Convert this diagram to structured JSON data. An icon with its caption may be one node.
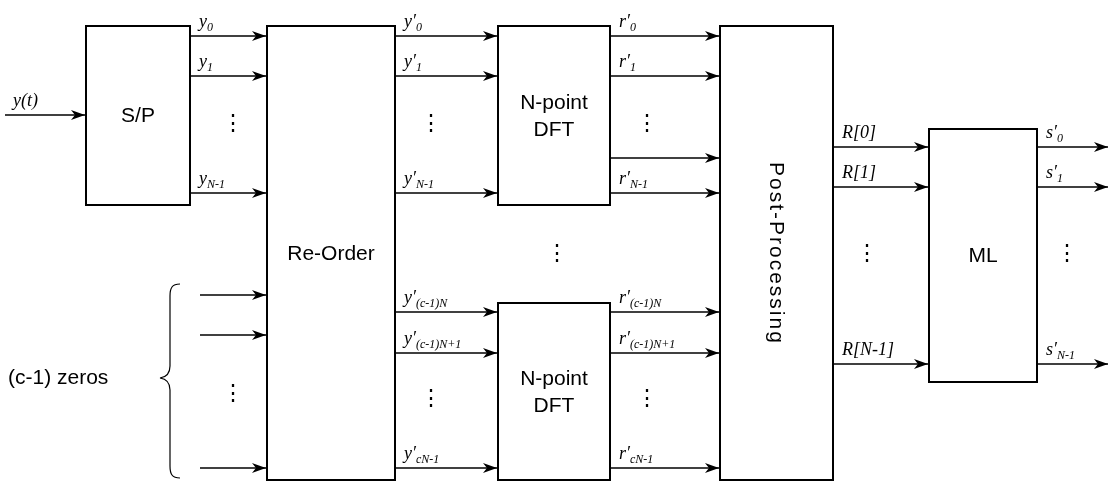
{
  "diagram": {
    "nodes": [
      {
        "text": [
          "S/P"
        ]
      },
      {
        "text": [
          "Re-Order"
        ]
      },
      {
        "text": [
          "N-point DFT"
        ]
      },
      {
        "text": [
          "N-point DFT"
        ]
      },
      {
        "text": [
          "Post-Processing"
        ]
      },
      {
        "text": [
          "ML"
        ]
      }
    ],
    "edges": [
      {
        "from": null,
        "to": 0,
        "arrow": "to",
        "label": "y(t)"
      },
      {
        "from": 0,
        "to": 1,
        "arrow": "to",
        "label": "y$_{0}$"
      },
      {
        "from": 0,
        "to": 1,
        "arrow": "to",
        "label": "y$_{1}$"
      },
      {
        "from": 0,
        "to": 1,
        "arrow": "to",
        "label": "y$_{N-1}$"
      },
      {
        "from": null,
        "to": 1,
        "arrow": "to"
      },
      {
        "from": null,
        "to": 1,
        "arrow": "to"
      },
      {
        "from": null,
        "to": 1,
        "arrow": "to"
      },
      {
        "from": 1,
        "to": 2,
        "arrow": "to",
        "label": "y′$_{0}$"
      },
      {
        "from": 1,
        "to": 2,
        "arrow": "to",
        "label": "y′$_{1}$"
      },
      {
        "from": 1,
        "to": 2,
        "arrow": "to",
        "label": "y′$_{N-1}$"
      },
      {
        "from": 1,
        "to": 3,
        "arrow": "to",
        "label": "y′$_{(c-1)N}$"
      },
      {
        "from": 1,
        "to": 3,
        "arrow": "to",
        "label": "y′$_{(c-1)N+1}$"
      },
      {
        "from": 1,
        "to": 3,
        "arrow": "to",
        "label": "y′$_{cN-1}$"
      },
      {
        "from": 2,
        "to": 4,
        "arrow": "to",
        "label": "r′$_{0}$"
      },
      {
        "from": 2,
        "to": 4,
        "arrow": "to",
        "label": "r′$_{1}$"
      },
      {
        "from": 2,
        "to": 4,
        "arrow": "to"
      },
      {
        "from": 2,
        "to": 4,
        "arrow": "to",
        "label": "r′$_{N-1}$"
      },
      {
        "from": 3,
        "to": 4,
        "arrow": "to",
        "label": "r′$_{(c-1)N}$"
      },
      {
        "from": 3,
        "to": 4,
        "arrow": "to",
        "label": "r′$_{(c-1)N+1}$"
      },
      {
        "from": 3,
        "to": 4,
        "arrow": "to",
        "label": "r′$_{cN-1}$"
      },
      {
        "from": 4,
        "to": 5,
        "arrow": "to",
        "label": "R[0]"
      },
      {
        "from": 4,
        "to": 5,
        "arrow": "to",
        "label": "R[1]"
      },
      {
        "from": 4,
        "to": 5,
        "arrow": "to",
        "label": "R[N-1]"
      },
      {
        "from": 5,
        "to": null,
        "arrow": "to",
        "label": "s′$_{0}$"
      },
      {
        "from": 5,
        "to": null,
        "arrow": "to",
        "label": "s′$_{1}$"
      },
      {
        "from": 5,
        "to": null,
        "arrow": "to",
        "label": "s′$_{N-1}$"
      }
    ],
    "labels": [
      "⋮",
      "⋮",
      "⋮",
      "⋮",
      "⋮",
      "⋮",
      "⋮",
      "⋮",
      "⋮",
      "(c-1) zeros"
    ]
  }
}
